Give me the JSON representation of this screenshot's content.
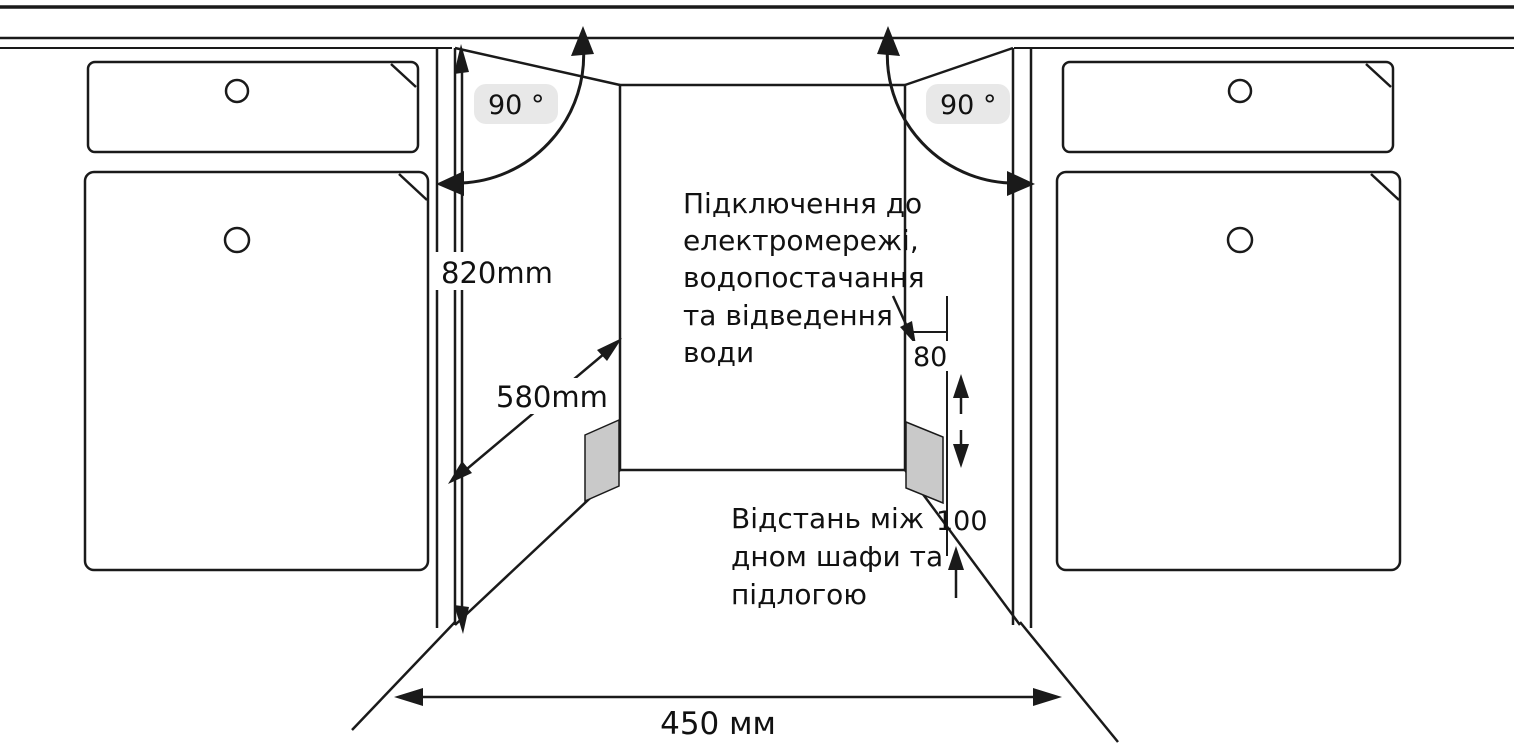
{
  "dimensions": {
    "opening_height": "820mm",
    "opening_depth": "580mm",
    "opening_width": "450 мм",
    "door_angle_left": "90 °",
    "door_angle_right": "90 °",
    "utilities_offset": "80",
    "plinth_gap": "100"
  },
  "annotations": {
    "utilities_note": {
      "lines": [
        "Підключення до",
        "електромережі,",
        "водопостачання",
        "та відведення",
        "води"
      ]
    },
    "plinth_note": {
      "lines": [
        "Відстань між",
        "дном шафи та",
        "підлогою"
      ]
    }
  },
  "colors": {
    "line": "#1a1a1a",
    "panel_gray": "#c9c9c9",
    "angle_halo": "#d9d9d9",
    "background": "#ffffff"
  }
}
